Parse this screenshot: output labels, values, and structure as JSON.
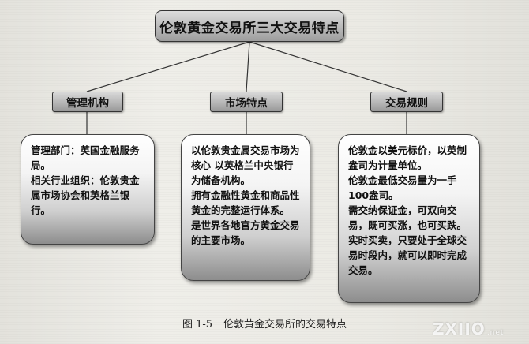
{
  "diagram": {
    "title": "伦敦黄金交易所三大交易特点",
    "categories": [
      {
        "label": "管理机构",
        "paragraphs": [
          "管理部门：英国金融服务局。",
          "相关行业组织：伦敦贵金属市场协会和英格兰银行。"
        ]
      },
      {
        "label": "市场特点",
        "paragraphs": [
          "以伦敦贵金属交易市场为核心 以英格兰中央银行为储备机构。",
          "拥有金融性黄金和商品性黄金的完整运行体系。",
          "是世界各地官方黄金交易的主要市场。"
        ]
      },
      {
        "label": "交易规则",
        "paragraphs": [
          "伦敦金以美元标价，以英制盎司为计量单位。",
          "伦敦金最低交易量为一手100盎司。",
          "需交纳保证金，可双向交易，既可买涨，也可买跌。",
          "实时买卖，只要处于全球交易时段内，就可以即时完成交易。"
        ]
      }
    ]
  },
  "caption": {
    "number": "图 1-5",
    "text": "伦敦黄金交易所的交易特点"
  },
  "watermark": {
    "text": "ZXIIO",
    "suffix": ".net"
  }
}
